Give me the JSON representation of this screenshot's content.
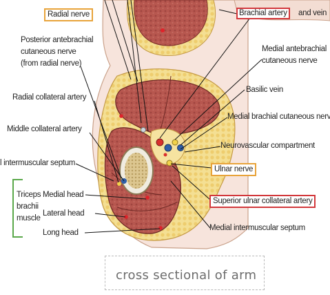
{
  "labels": {
    "radial_nerve": "Radial nerve",
    "posterior_antebrachial_1": "Posterior antebrachial",
    "posterior_antebrachial_2": "cutaneous nerve",
    "posterior_antebrachial_3": "(from radial nerve)",
    "radial_collateral_artery": "Radial collateral artery",
    "middle_collateral_artery": "Middle collateral artery",
    "lateral_intermuscular_septum": "l intermuscular septum",
    "triceps_1": "Triceps",
    "triceps_2": "brachii",
    "triceps_3": "muscle",
    "medial_head": "Medial head",
    "lateral_head": "Lateral head",
    "long_head": "Long head",
    "brachial_artery": "Brachial artery",
    "and_vein": "and vein",
    "medial_antebrachial_1": "Medial antebrachial",
    "medial_antebrachial_2": "cutaneous nerve",
    "basilic_vein": "Basilic vein",
    "medial_brachial_cutaneous": "Medial brachial cutaneous nerve",
    "neurovascular_compartment": "Neurovascular compartment",
    "ulnar_nerve": "Ulnar nerve",
    "superior_ulnar_collateral": "Superior ulnar collateral artery",
    "medial_intermuscular_septum": "Medial intermuscular septum"
  },
  "caption": "cross sectional of arm",
  "colors": {
    "orange_box": "#e8a33a",
    "red_box": "#d2373b",
    "green_bracket": "#5aa84a",
    "muscle": "#b2524d",
    "fat": "#f1d98a",
    "bone_marrow": "#d6be84"
  }
}
